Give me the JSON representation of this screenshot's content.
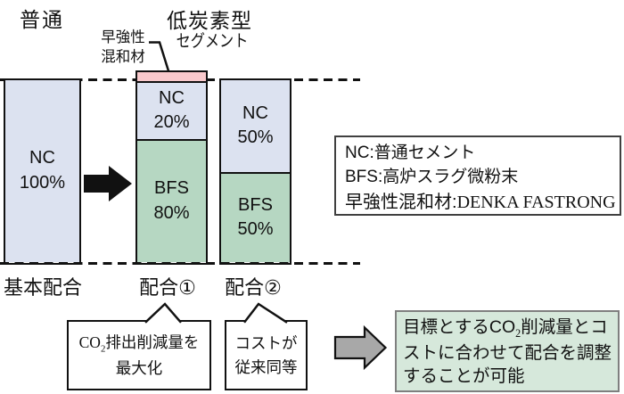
{
  "header": {
    "normal": "普通",
    "low_carbon": "低炭素型",
    "segment": "セグメント"
  },
  "admixture_label": {
    "line1": "早強性",
    "line2": "混和材"
  },
  "bars": [
    {
      "caption": "基本配合",
      "segments": [
        {
          "material": "NC",
          "percent": "100%"
        }
      ]
    },
    {
      "caption": "配合①",
      "has_admixture_cap": true,
      "segments": [
        {
          "material": "NC",
          "percent": "20%"
        },
        {
          "material": "BFS",
          "percent": "80%"
        }
      ]
    },
    {
      "caption": "配合②",
      "segments": [
        {
          "material": "NC",
          "percent": "50%"
        },
        {
          "material": "BFS",
          "percent": "50%"
        }
      ]
    }
  ],
  "legend": {
    "line1": "NC:普通セメント",
    "line2": "BFS:高炉スラグ微粉末",
    "line3_label": "早強性混和材:",
    "line3_value": "DENKA FASTRONG"
  },
  "callouts": [
    {
      "line1_pre": "CO",
      "line1_sub": "2",
      "line1_post": "排出削減量を",
      "line2": "最大化"
    },
    {
      "line1": "コストが",
      "line2": "従来同等"
    }
  ],
  "result": {
    "text_pre": "目標とするCO",
    "text_sub": "2",
    "text_post": "削減量とコストに合わせて配合を調整することが可能"
  },
  "colors": {
    "nc_fill": "#dce2f0",
    "bfs_fill": "#b6d7c2",
    "admixture_fill": "#f9c9cc",
    "result_fill": "#d6e8db",
    "result_border": "#7f7f7f",
    "arrow_black": "#111111",
    "arrow_gray": "#a8a8a8",
    "line_black": "#111111"
  },
  "chart_data": {
    "type": "bar",
    "stacked": true,
    "categories": [
      "基本配合",
      "配合①",
      "配合②"
    ],
    "series": [
      {
        "name": "NC",
        "values": [
          100,
          20,
          50
        ],
        "color": "#dce2f0"
      },
      {
        "name": "BFS",
        "values": [
          0,
          80,
          50
        ],
        "color": "#b6d7c2"
      }
    ],
    "annotations": [
      "配合①の最上部に早強性混和材の層あり"
    ],
    "unit": "%",
    "ylim": [
      0,
      100
    ],
    "legend_position": "right"
  }
}
